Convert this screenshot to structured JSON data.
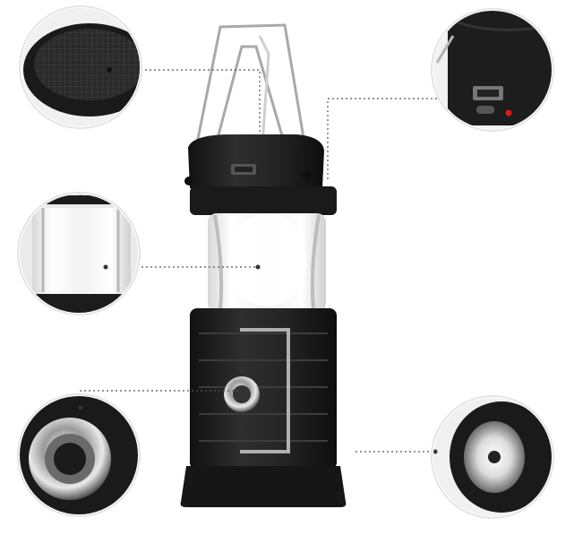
{
  "product": {
    "name": "",
    "colors": {
      "body": "#1c1c1c",
      "body_light": "#3a3a3a",
      "chrome": "#c8c8c8",
      "led_glow": "#f4f4f4",
      "indicator_red": "#e01818",
      "leader_line": "#555555"
    },
    "callouts": [
      {
        "id": "solar-panel",
        "icon": "solar-panel-icon"
      },
      {
        "id": "usb-ports",
        "icon": "usb-port-icon"
      },
      {
        "id": "led-lantern",
        "icon": "bulb-icon"
      },
      {
        "id": "power-button",
        "icon": "power-button-icon"
      },
      {
        "id": "flashlight",
        "icon": "flashlight-icon"
      }
    ]
  }
}
